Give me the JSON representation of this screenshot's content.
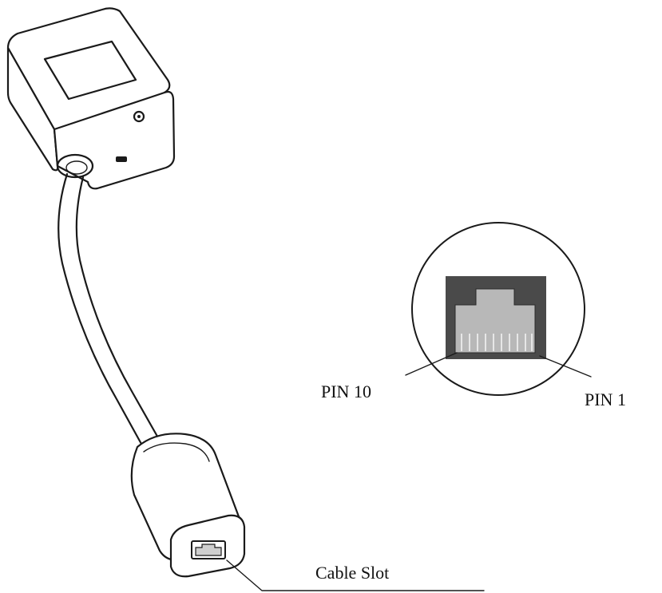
{
  "labels": {
    "pin10": "PIN 10",
    "pin1": "PIN 1",
    "cable_slot": "Cable Slot"
  },
  "colors": {
    "line": "#1a1a1a",
    "port_dark": "#4a4a4a",
    "port_light": "#b8b8b8"
  }
}
